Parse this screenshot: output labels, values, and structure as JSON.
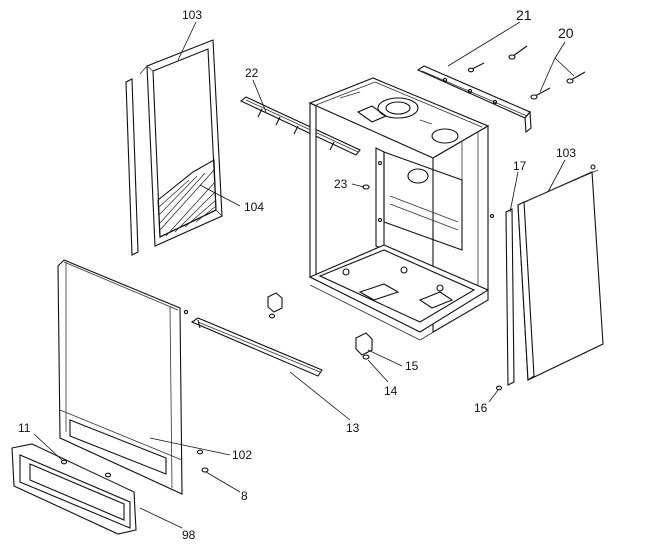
{
  "diagram": {
    "labels": {
      "p103_top": "103",
      "p21": "21",
      "p20": "20",
      "p22": "22",
      "p104": "104",
      "p23": "23",
      "p17": "17",
      "p103_right": "103",
      "p15": "15",
      "p14": "14",
      "p13": "13",
      "p16": "16",
      "p11": "11",
      "p102": "102",
      "p8": "8",
      "p98": "98"
    }
  }
}
